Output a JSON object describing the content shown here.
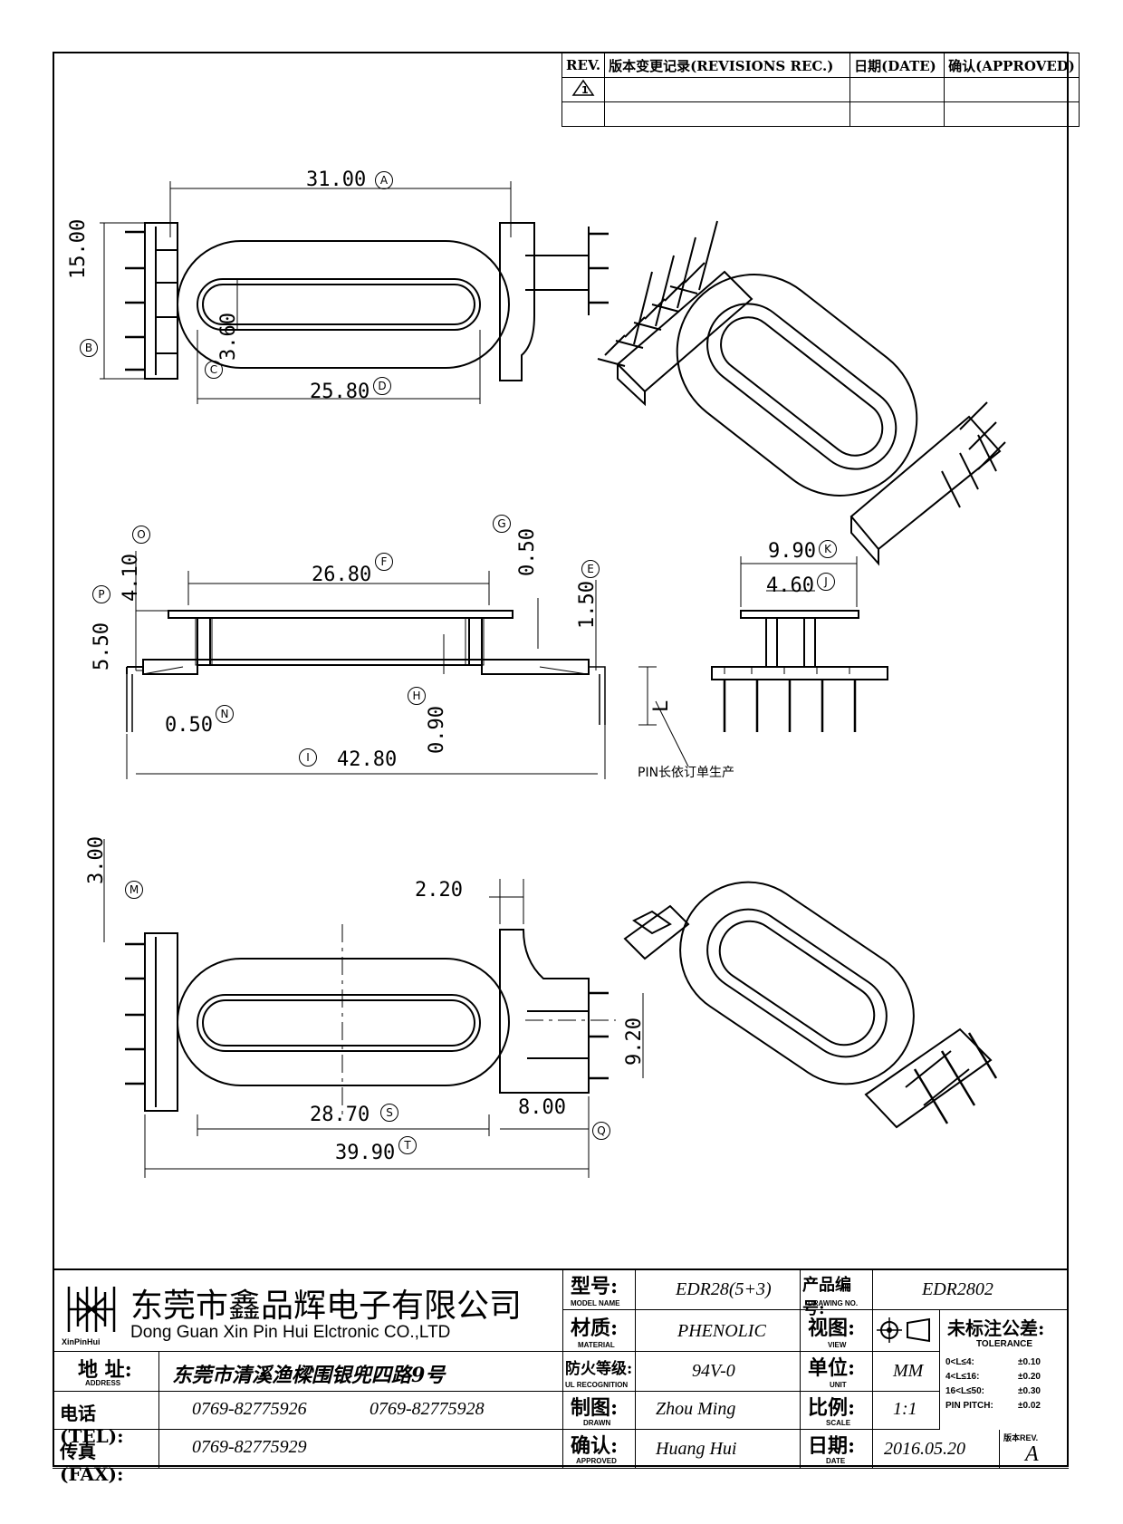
{
  "revision_table": {
    "header": [
      "REV.",
      "版本变更记录(REVISIONS REC.)",
      "日期(DATE)",
      "确认(APPROVED)"
    ]
  },
  "dimensions": {
    "A": "31.00",
    "B": "15.00",
    "C": "3.60",
    "D": "25.80",
    "F": "26.80",
    "G": "0.50",
    "O": "4.10",
    "P": "5.50",
    "E": "1.50",
    "N": "0.50",
    "H": "0.90",
    "I": "42.80",
    "L": "L",
    "K": "9.90",
    "J": "4.60",
    "M": "3.00",
    "R": "2.20",
    "S": "28.70",
    "T": "39.90",
    "Q1": "8.00",
    "Q2": "9.20"
  },
  "dim_markers": {
    "A": "A",
    "B": "B",
    "C": "C",
    "D": "D",
    "E": "E",
    "F": "F",
    "G": "G",
    "H": "H",
    "I": "I",
    "J": "J",
    "K": "K",
    "M": "M",
    "N": "N",
    "O": "O",
    "P": "P",
    "Q": "Q",
    "S": "S",
    "T": "T"
  },
  "note": "PIN长依订单生产",
  "title_block": {
    "company_cn": "东莞市鑫品辉电子有限公司",
    "company_en": "Dong Guan Xin Pin Hui Elctronic CO.,LTD",
    "logo_text": "XinPinHui",
    "address_label": "地 址:",
    "address_sub": "ADDRESS",
    "address": "东莞市清溪渔樑围银兜四路9号",
    "tel_label": "电话(TEL):",
    "tel1": "0769-82775926",
    "tel2": "0769-82775928",
    "fax_label": "传真(FAX):",
    "fax": "0769-82775929",
    "model_label": "型号:",
    "model_sub": "MODEL NAME",
    "model": "EDR28(5+3)",
    "material_label": "材质:",
    "material_sub": "MATERIAL",
    "material": "PHENOLIC",
    "flame_label": "防火等级:",
    "flame_sub": "UL RECOGNITION",
    "flame": "94V-0",
    "drawn_label": "制图:",
    "drawn_sub": "DRAWN",
    "drawn": "Zhou Ming",
    "approved_label": "确认:",
    "approved_sub": "APPROVED",
    "approved": "Huang Hui",
    "drawing_no_label": "产品编号:",
    "drawing_no_sub": "DRAWING NO.",
    "drawing_no": "EDR2802",
    "view_label": "视图:",
    "view_sub": "VIEW",
    "unit_label": "单位:",
    "unit_sub": "UNIT",
    "unit": "MM",
    "scale_label": "比例:",
    "scale_sub": "SCALE",
    "scale": "1:1",
    "date_label": "日期:",
    "date_sub": "DATE",
    "date": "2016.05.20",
    "tolerance_label": "未标注公差:",
    "tolerance_sub": "TOLERANCE",
    "tolerances": [
      {
        "range": "0<L≤4:",
        "value": "±0.10"
      },
      {
        "range": "4<L≤16:",
        "value": "±0.20"
      },
      {
        "range": "16<L≤50:",
        "value": "±0.30"
      },
      {
        "range": "PIN PITCH:",
        "value": "±0.02"
      }
    ],
    "rev_label": "版本REV.",
    "rev": "A"
  }
}
